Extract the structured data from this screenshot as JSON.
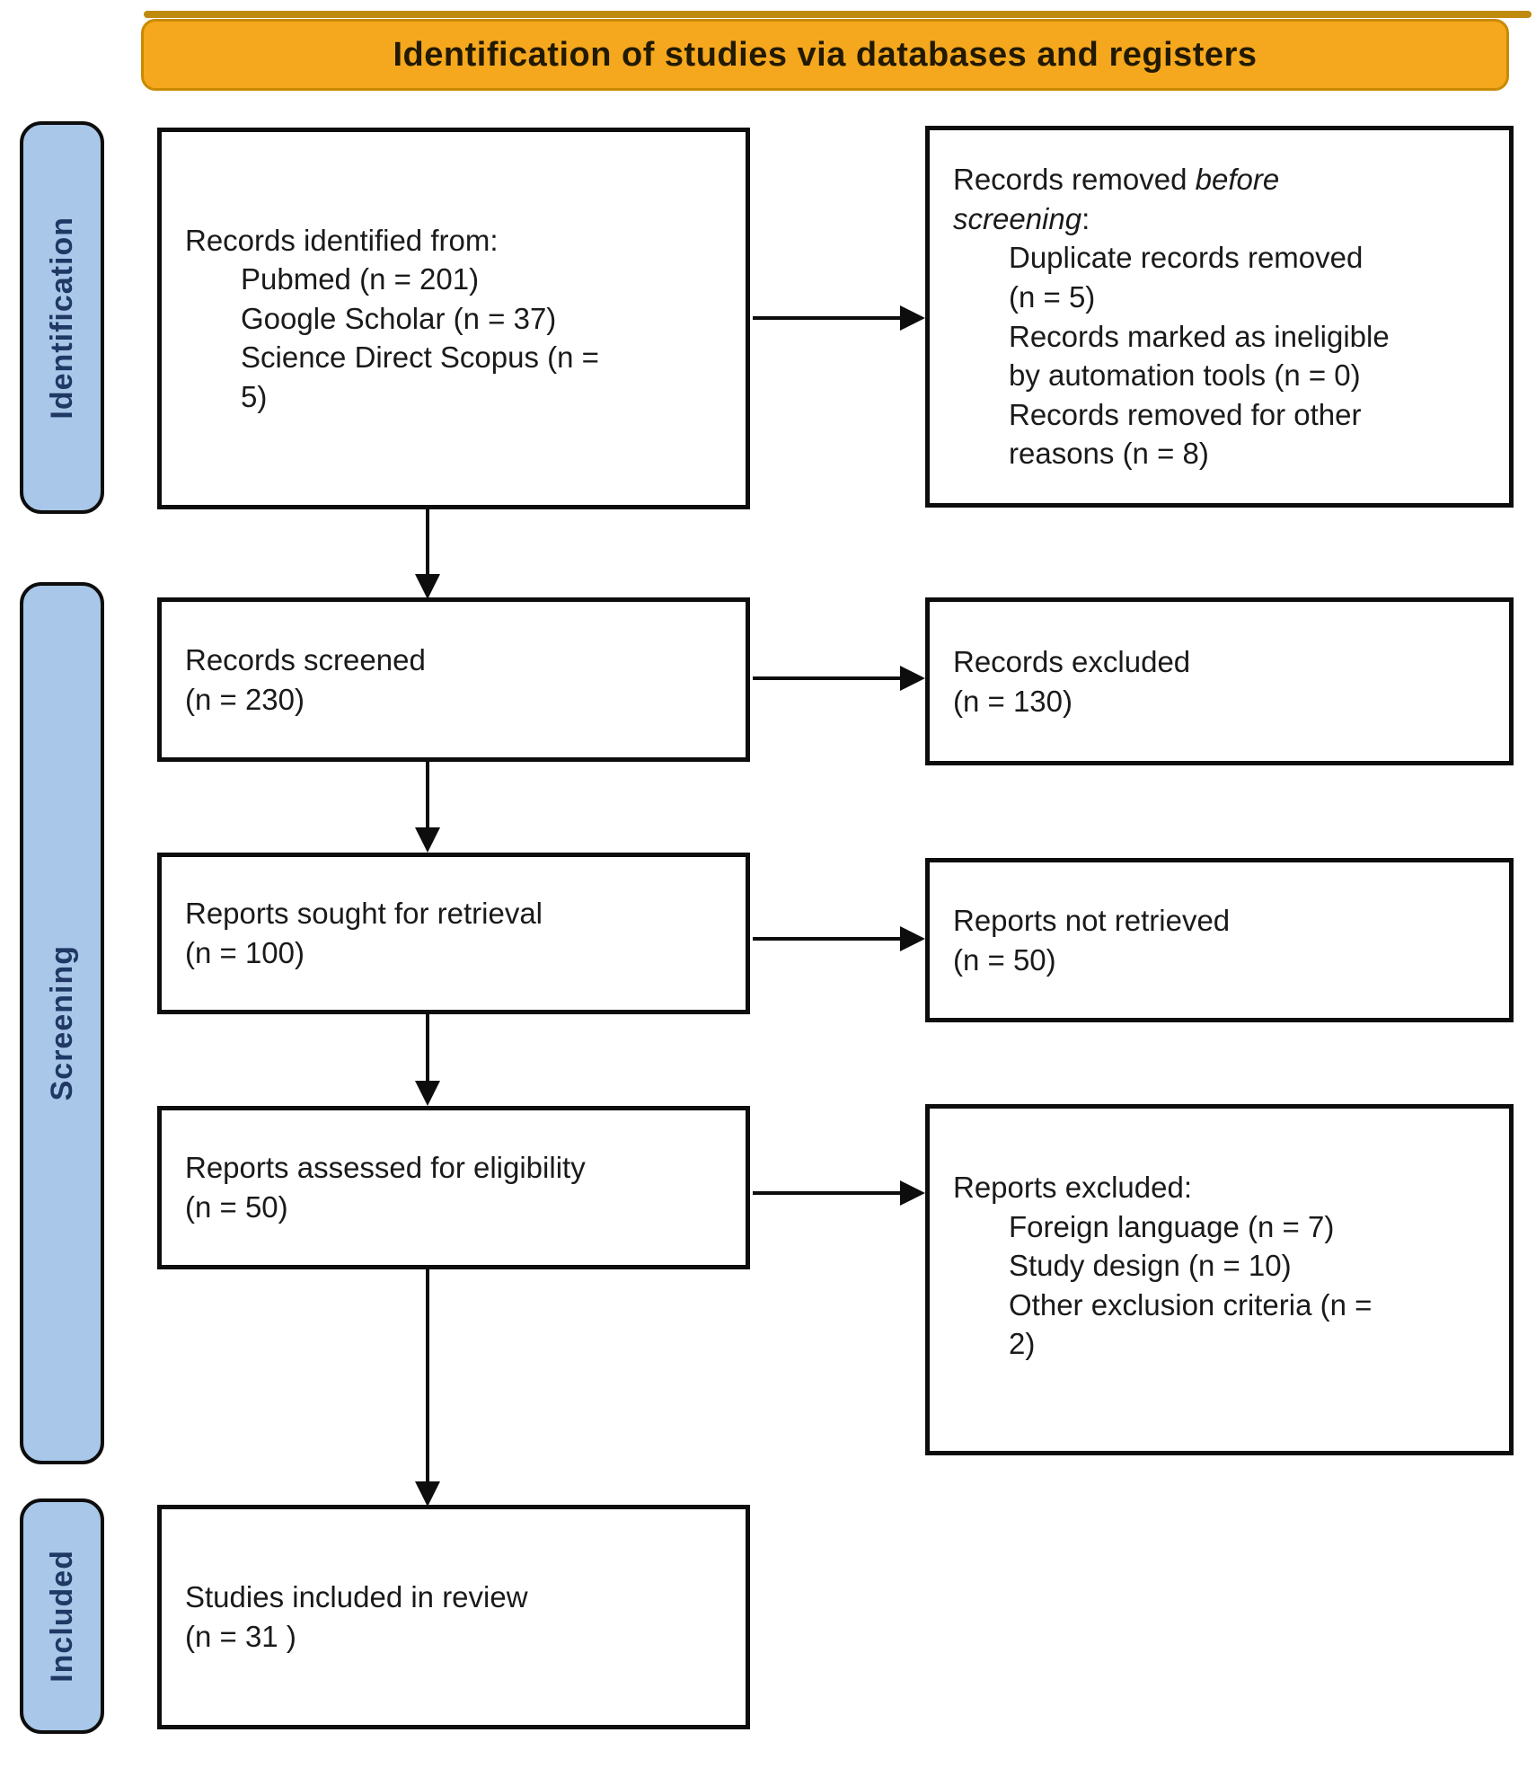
{
  "colors": {
    "banner_bg": "#F5A71E",
    "banner_border": "#C98A00",
    "strip": "#C08A0C",
    "stage_bg": "#A9C7E8",
    "stage_text": "#1F3864",
    "box_border": "#0D0D0D",
    "arrow": "#0D0D0D",
    "text": "#1A1A1A"
  },
  "banner": {
    "title": "Identification of studies via databases and registers"
  },
  "stages": [
    {
      "label": "Identification"
    },
    {
      "label": "Screening"
    },
    {
      "label": "Included"
    }
  ],
  "boxes": {
    "records_identified": {
      "title": "Records identified from:",
      "items": [
        "Pubmed (n = 201)",
        "Google Scholar (n = 37)",
        "Science Direct Scopus (n =",
        "5)"
      ]
    },
    "records_removed": {
      "line1_normal": "Records removed ",
      "line1_italic": "before",
      "line2_italic": "screening",
      "line2_normal": ":",
      "items": [
        "Duplicate records removed",
        "(n = 5)",
        "Records marked as ineligible",
        "by automation tools (n = 0)",
        "Records removed for other",
        "reasons (n = 8)"
      ]
    },
    "records_screened": {
      "lines": [
        "Records screened",
        "(n = 230)"
      ]
    },
    "records_excluded": {
      "lines": [
        "Records excluded",
        "(n = 130)"
      ]
    },
    "reports_sought": {
      "lines": [
        "Reports sought for retrieval",
        "(n = 100)"
      ]
    },
    "reports_not_retrieved": {
      "lines": [
        "Reports not retrieved",
        "(n = 50)"
      ]
    },
    "reports_assessed": {
      "lines": [
        "Reports assessed for eligibility",
        "(n = 50)"
      ]
    },
    "reports_excluded": {
      "title": "Reports excluded:",
      "items": [
        "Foreign language (n = 7)",
        "Study design (n = 10)",
        "Other exclusion criteria (n =",
        "2)"
      ]
    },
    "studies_included": {
      "lines": [
        "Studies included in review",
        "(n = 31 )"
      ]
    }
  }
}
